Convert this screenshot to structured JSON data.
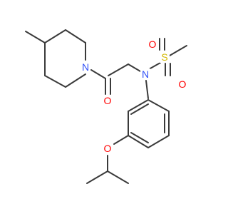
{
  "molecule": {
    "atoms": {
      "N_piperidine": {
        "label": "N",
        "color": "#3050f8"
      },
      "O_carbonyl": {
        "label": "O",
        "color": "#ff0000"
      },
      "N_sulfonamide": {
        "label": "N",
        "color": "#3050f8"
      },
      "S": {
        "label": "S",
        "color": "#d4b800"
      },
      "O_sulfonyl_1": {
        "label": "O",
        "color": "#ff0000"
      },
      "O_sulfonyl_2": {
        "label": "O",
        "color": "#ff0000"
      },
      "O_ether": {
        "label": "O",
        "color": "#ff0000"
      }
    },
    "bond_color": "#3a3a3a"
  }
}
